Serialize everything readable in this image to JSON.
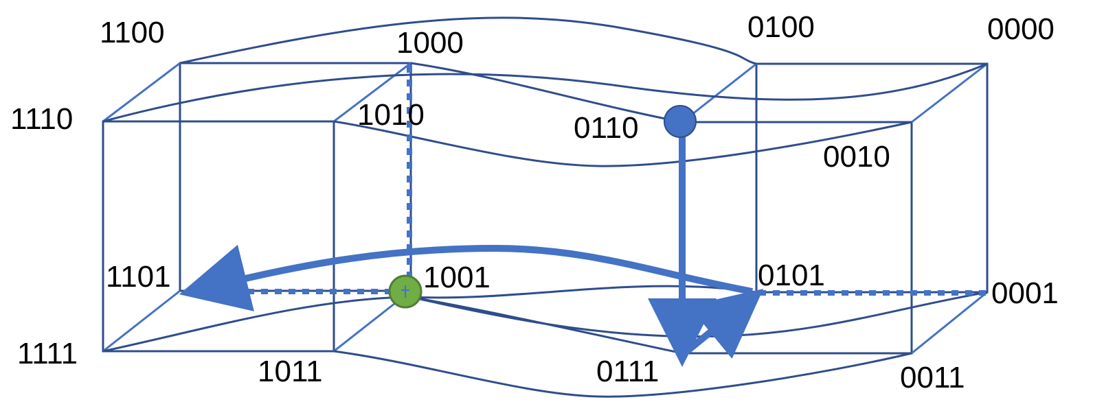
{
  "colors": {
    "edge_dark": "#2F4D8C",
    "edge_light": "#4472C4",
    "path": "#4472C4",
    "start_node": "#4472C4",
    "end_node": "#70AD47",
    "end_node_border": "#507E32"
  },
  "nodes": {
    "n1100": "1100",
    "n1000": "1000",
    "n0100": "0100",
    "n0000": "0000",
    "n1110": "1110",
    "n1010": "1010",
    "n0110": "0110",
    "n0010": "0010",
    "n1101": "1101",
    "n1001": "1001",
    "n0101": "0101",
    "n0001": "0001",
    "n1111": "1111",
    "n1011": "1011",
    "n0111": "0111",
    "n0011": "0011"
  }
}
